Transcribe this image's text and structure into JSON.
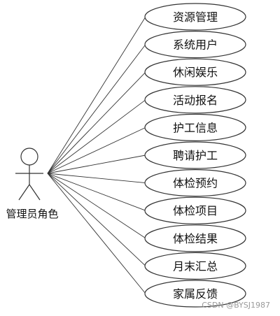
{
  "actor": {
    "name": "管理员角色"
  },
  "use_cases": [
    {
      "label": "资源管理"
    },
    {
      "label": "系统用户"
    },
    {
      "label": "休闲娱乐"
    },
    {
      "label": "活动报名"
    },
    {
      "label": "护工信息"
    },
    {
      "label": "聘请护工"
    },
    {
      "label": "体检预约"
    },
    {
      "label": "体检项目"
    },
    {
      "label": "体检结果"
    },
    {
      "label": "月末汇总"
    },
    {
      "label": "家属反馈"
    }
  ],
  "watermark": "CSDN @BYSJ1987",
  "colors": {
    "line": "#333333",
    "ellipse_fill": "#ffffff",
    "ellipse_stroke": "#333333"
  }
}
